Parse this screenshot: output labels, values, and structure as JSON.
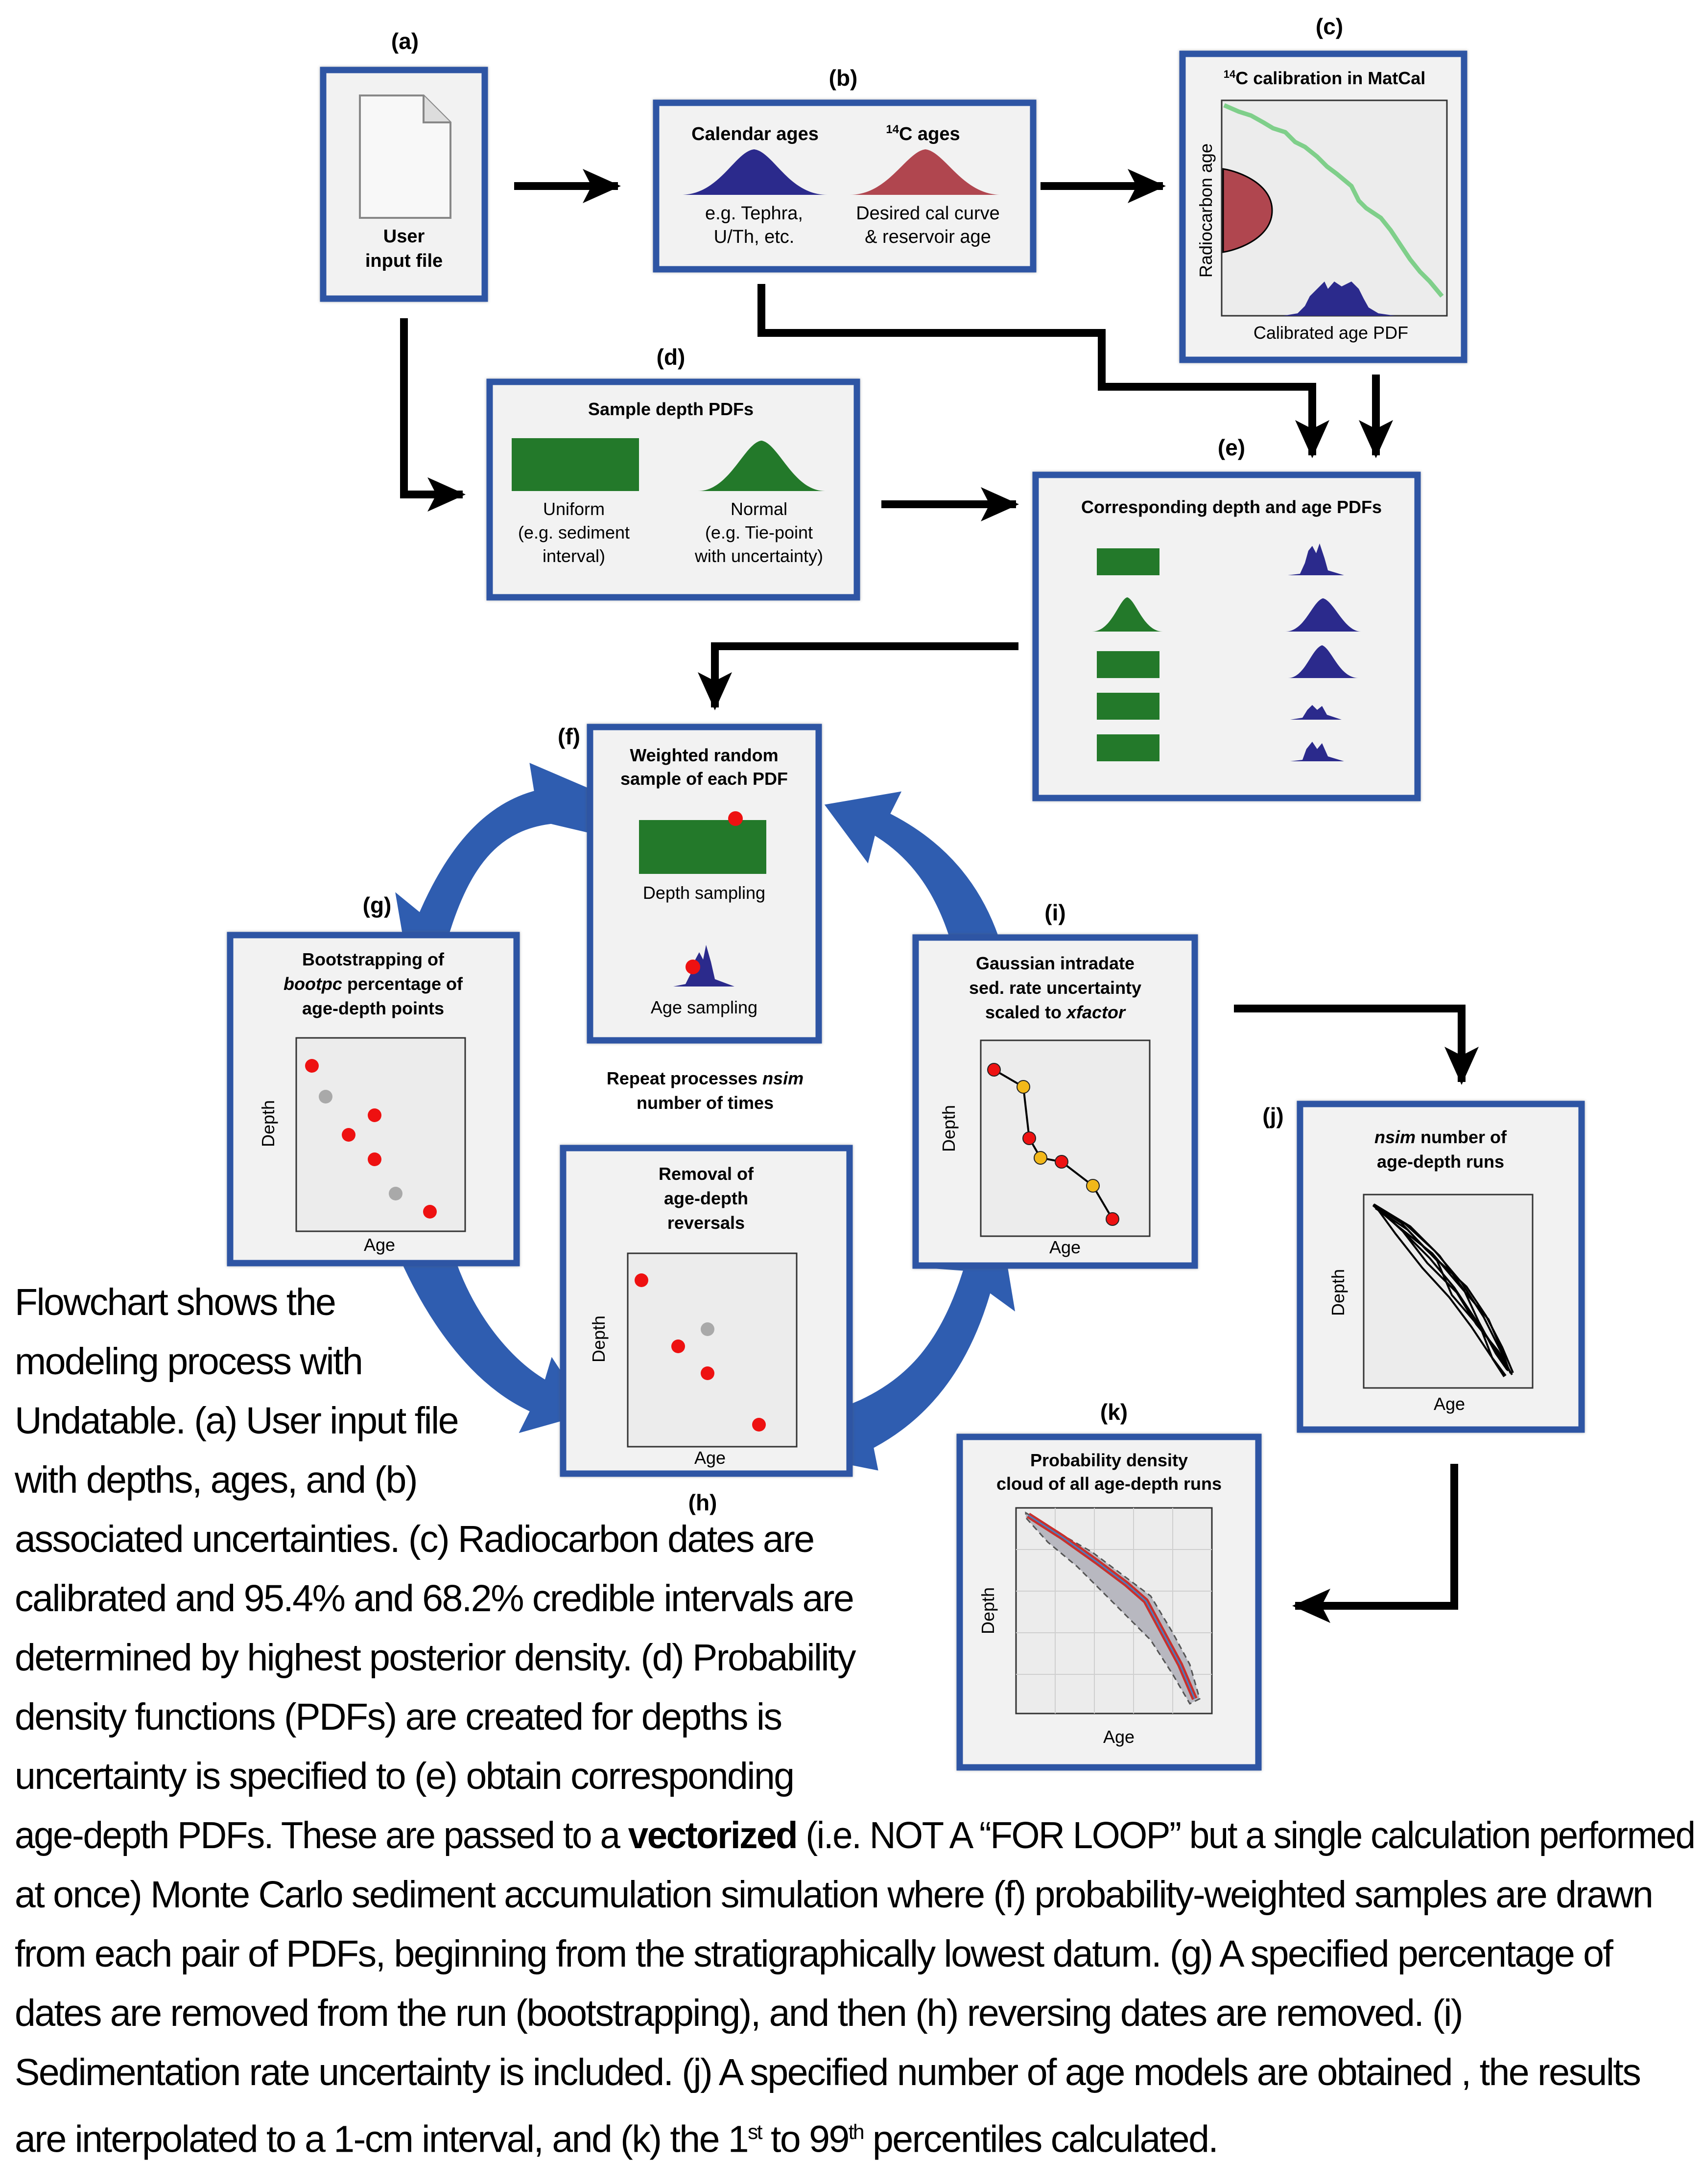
{
  "panels": {
    "a": {
      "letter": "(a)",
      "line1": "User",
      "line2": "input file"
    },
    "b": {
      "letter": "(b)",
      "cal_title": "Calendar ages",
      "c14_title": "C ages",
      "c14_sup": "14",
      "cal_note1": "e.g. Tephra,",
      "cal_note2": "U/Th, etc.",
      "c14_note1": "Desired cal curve",
      "c14_note2": "& reservoir age"
    },
    "c": {
      "letter": "(c)",
      "title_sup": "14",
      "title": "C calibration in MatCal",
      "ylabel": "Radiocarbon age",
      "xlabel": "Calibrated age PDF"
    },
    "d": {
      "letter": "(d)",
      "title": "Sample depth PDFs",
      "uniform1": "Uniform",
      "uniform2": "(e.g. sediment",
      "uniform3": "interval)",
      "normal1": "Normal",
      "normal2": "(e.g. Tie-point",
      "normal3": "with uncertainty)"
    },
    "e": {
      "letter": "(e)",
      "title": "Corresponding depth and age PDFs"
    },
    "f": {
      "letter": "(f)",
      "title1": "Weighted random",
      "title2": "sample of each PDF",
      "depth_label": "Depth sampling",
      "age_label": "Age sampling"
    },
    "g": {
      "letter": "(g)",
      "title1": "Bootstrapping of",
      "title2_em": "bootpc",
      "title2_rest": " percentage of",
      "title3": "age-depth points",
      "ylabel": "Depth",
      "xlabel": "Age"
    },
    "h": {
      "letter": "(h)",
      "title1": "Removal of",
      "title2": "age-depth",
      "title3": "reversals",
      "ylabel": "Depth",
      "xlabel": "Age"
    },
    "i": {
      "letter": "(i)",
      "title1": "Gaussian intradate",
      "title2": "sed. rate uncertainty",
      "title3_pre": "scaled to ",
      "title3_em": "xfactor",
      "ylabel": "Depth",
      "xlabel": "Age"
    },
    "j": {
      "letter": "(j)",
      "title1_em": "nsim",
      "title1_rest": " number of",
      "title2": "age-depth runs",
      "ylabel": "Depth",
      "xlabel": "Age"
    },
    "k": {
      "letter": "(k)",
      "title1": "Probability density",
      "title2": "cloud of all age-depth runs",
      "ylabel": "Depth",
      "xlabel": "Age"
    },
    "loop": {
      "line1_pre": "Repeat processes ",
      "line1_em": "nsim",
      "line2": "number of times"
    }
  },
  "caption": {
    "l1": "Flowchart shows the",
    "l2": "modeling process with",
    "l3": "Undatable. (a) User input file",
    "l4": "with depths, ages, and (b)",
    "l5": "associated uncertainties. (c) Radiocarbon dates are",
    "l6": "calibrated and 95.4% and 68.2% credible intervals are",
    "l7": "determined by highest posterior density. (d) Probability",
    "l8": "density functions (PDFs) are created for depths is",
    "l9": "uncertainty is specified to (e) obtain corresponding",
    "l10_pre": "age-depth PDFs. These are passed to a ",
    "l10_bold": "vectorized",
    "l10_post": " (i.e. NOT A “FOR LOOP” but a single calculation performed",
    "l11": "at once) Monte Carlo sediment accumulation simulation where (f) probability-weighted samples are drawn",
    "l12": "from each pair of PDFs, beginning from the stratigraphically lowest datum. (g) A specified percentage of",
    "l13": "dates are removed from the run (bootstrapping), and then (h) reversing dates are removed. (i)",
    "l14": "Sedimentation rate uncertainty is included. (j) A specified number of age models are obtained , the results",
    "l15_pre": "are interpolated to a 1-cm interval, and (k) the 1",
    "l15_sup1": "st",
    "l15_mid": " to 99",
    "l15_sup2": "th",
    "l15_post": " percentiles calculated."
  },
  "colors": {
    "panel_border": "#2f55a4",
    "panel_fill": "#f2f2f2",
    "navy_pdf": "#2b2a8c",
    "red_pdf": "#b0464f",
    "green": "#23792a",
    "loop_arrow": "#2f5db0",
    "dot_red": "#ee1111",
    "dot_gray": "#a9a9a9",
    "dot_yellow": "#f2b81a",
    "curve_green": "#7fcf8a"
  }
}
